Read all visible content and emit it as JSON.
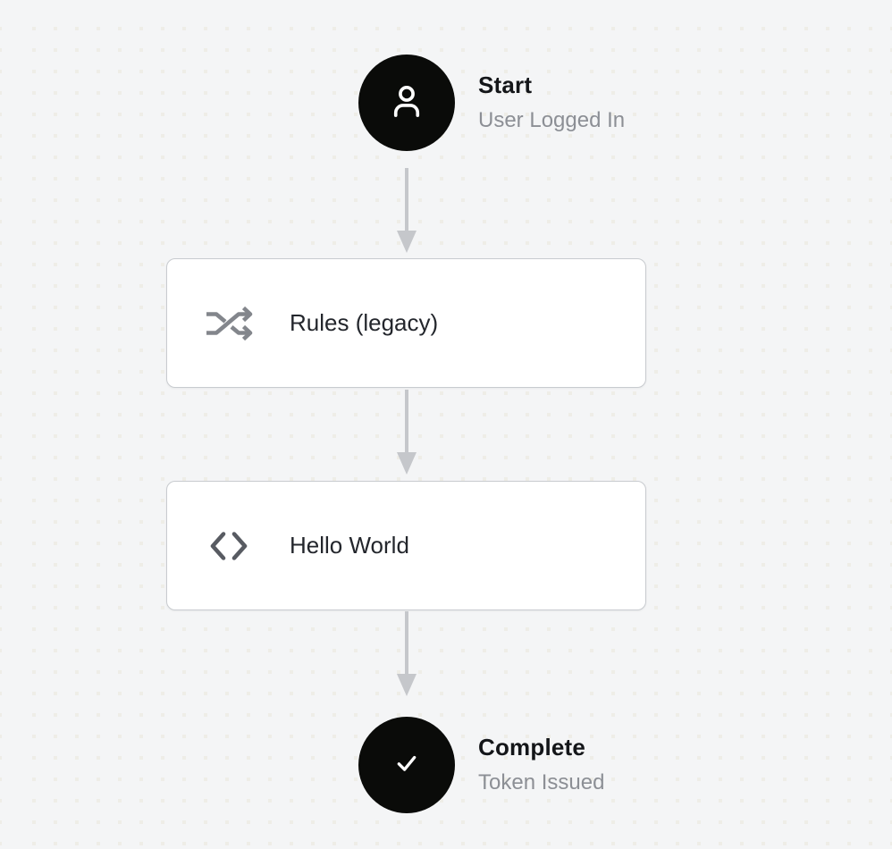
{
  "flow": {
    "start": {
      "title": "Start",
      "subtitle": "User Logged In",
      "icon": "user-icon"
    },
    "steps": [
      {
        "label": "Rules (legacy)",
        "icon": "shuffle-icon"
      },
      {
        "label": "Hello World",
        "icon": "code-icon"
      }
    ],
    "complete": {
      "title": "Complete",
      "subtitle": "Token Issued",
      "icon": "check-icon"
    }
  },
  "colors": {
    "canvas_background": "#f4f5f6",
    "canvas_dot": "#eeede7",
    "node_circle": "#0a0b09",
    "card_background": "#ffffff",
    "card_border": "#c8cbcf",
    "arrow": "#c5c7cb",
    "node_title_text": "#141619",
    "node_subtitle_text": "#8c8f95",
    "card_label_text": "#23262c",
    "shuffle_icon": "#83868c",
    "code_icon": "#585b62",
    "white_icon": "#ffffff"
  }
}
